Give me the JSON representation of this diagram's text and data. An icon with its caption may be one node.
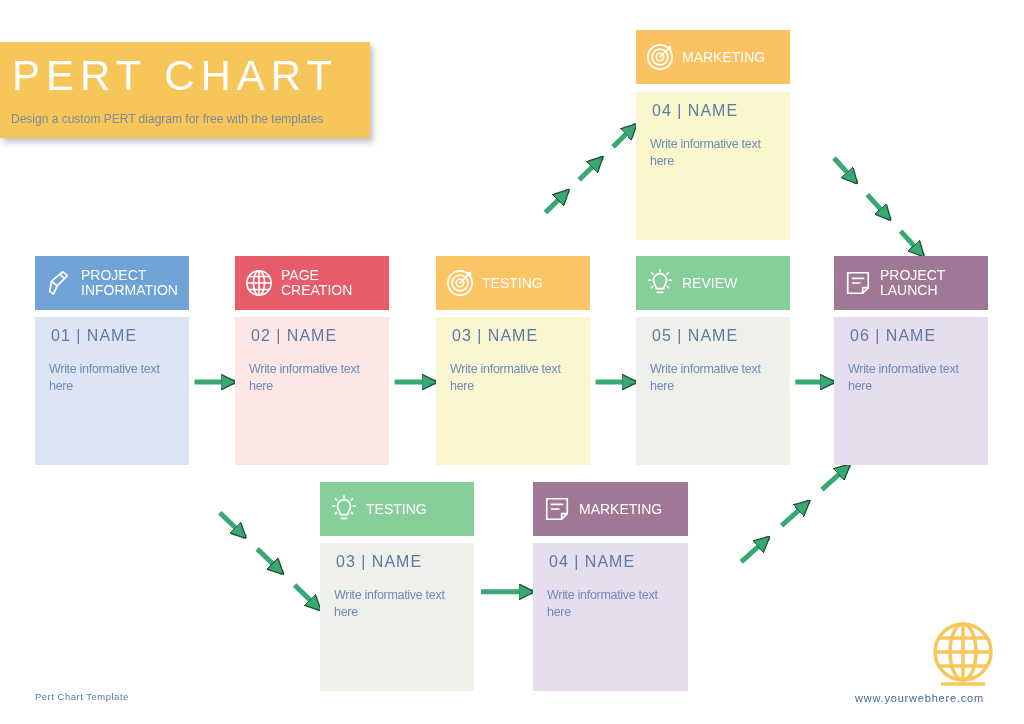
{
  "diagram": {
    "title": "PERT CHART",
    "nodes": [
      {
        "text": [
          "MARKETING"
        ]
      },
      {
        "text": [
          "04 | NAME",
          "Write informative text here"
        ]
      },
      {
        "text": [
          "PROJECT INFORMATION"
        ]
      },
      {
        "text": [
          "01 | NAME",
          "Write informative text here"
        ]
      },
      {
        "text": [
          "PAGE CREATION"
        ]
      },
      {
        "text": [
          "02 | NAME",
          "Write informative text here"
        ]
      },
      {
        "text": [
          "TESTING"
        ]
      },
      {
        "text": [
          "03 | NAME",
          "Write informative text here"
        ]
      },
      {
        "text": [
          "REVIEW"
        ]
      },
      {
        "text": [
          "05 | NAME",
          "Write informative text here"
        ]
      },
      {
        "text": [
          "PROJECT LAUNCH"
        ]
      },
      {
        "text": [
          "06 | NAME",
          "Write informative text here"
        ]
      },
      {
        "text": [
          "TESTING"
        ]
      },
      {
        "text": [
          "03 | NAME",
          "Write informative text here"
        ]
      },
      {
        "text": [
          "MARKETING"
        ]
      },
      {
        "text": [
          "04 | NAME",
          "Write informative text here"
        ]
      }
    ],
    "edges": [
      {
        "from": 3,
        "to": 5,
        "arrow": "to"
      },
      {
        "from": 5,
        "to": 7,
        "arrow": "to"
      },
      {
        "from": 7,
        "to": 9,
        "arrow": "to"
      },
      {
        "from": 9,
        "to": 11,
        "arrow": "to"
      },
      {
        "from": 6,
        "to": 1,
        "arrow": "to",
        "style": "dashed"
      },
      {
        "from": 1,
        "to": 10,
        "arrow": "to",
        "style": "dashed"
      },
      {
        "from": 3,
        "to": 13,
        "arrow": "to",
        "style": "dashed"
      },
      {
        "from": 13,
        "to": 15,
        "arrow": "to"
      },
      {
        "from": 15,
        "to": 11,
        "arrow": "to",
        "style": "dashed"
      }
    ],
    "labels": [
      "Design a custom PERT diagram for free with the templates",
      "Pert Chart Template",
      "www.yourwebhere.com"
    ]
  }
}
